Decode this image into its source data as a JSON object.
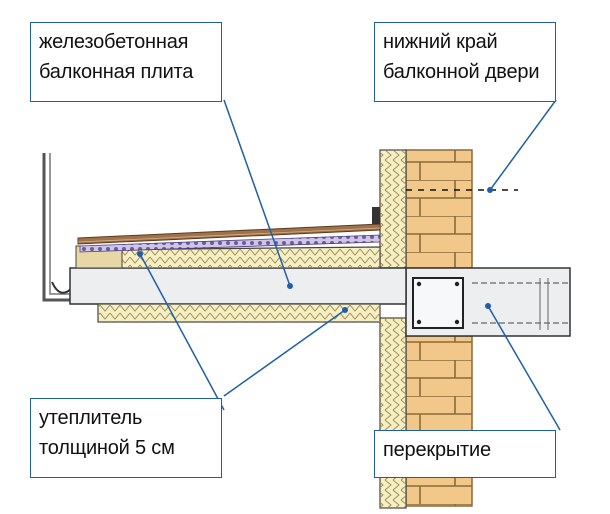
{
  "labels": {
    "slab": [
      "железобетонная",
      "балконная плита"
    ],
    "door": [
      "нижний край",
      "балконной двери"
    ],
    "insulation": [
      "утеплитель",
      "толщиной 5 см"
    ],
    "floor": [
      "перекрытие"
    ]
  },
  "colors": {
    "leader": "#1f5fa8",
    "brick": "#f2c88a",
    "brick_mortar": "#8a6a3a",
    "insulation": "#f6efc4",
    "insulation_pattern": "#9a8a50",
    "concrete": "#eceeef",
    "outline": "#333333",
    "membrane": "#6e5aa0",
    "deck": "#a0724a"
  }
}
